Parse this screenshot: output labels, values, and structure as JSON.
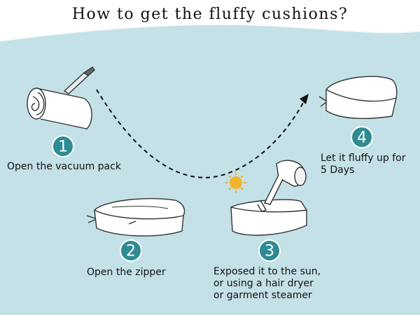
{
  "title": "How to get the fluffy cushions?",
  "colors": {
    "background": "#c4e1e7",
    "badge": "#2e8b92",
    "sun": "#f4b32a",
    "line": "#4a4a4a"
  },
  "steps": [
    {
      "number": "1",
      "label_lines": [
        "Open the vacuum pack"
      ],
      "icon": "rolled-cushion-with-knife-icon"
    },
    {
      "number": "2",
      "label_lines": [
        "Open the zipper"
      ],
      "icon": "flat-cushion-icon"
    },
    {
      "number": "3",
      "label_lines": [
        "Exposed it to the sun,",
        "or using a hair dryer",
        "or garment steamer"
      ],
      "icon": "hair-dryer-cushion-icon"
    },
    {
      "number": "4",
      "label_lines": [
        "Let it fluffy up for",
        "5 Days"
      ],
      "icon": "fluffy-cushion-icon"
    }
  ]
}
